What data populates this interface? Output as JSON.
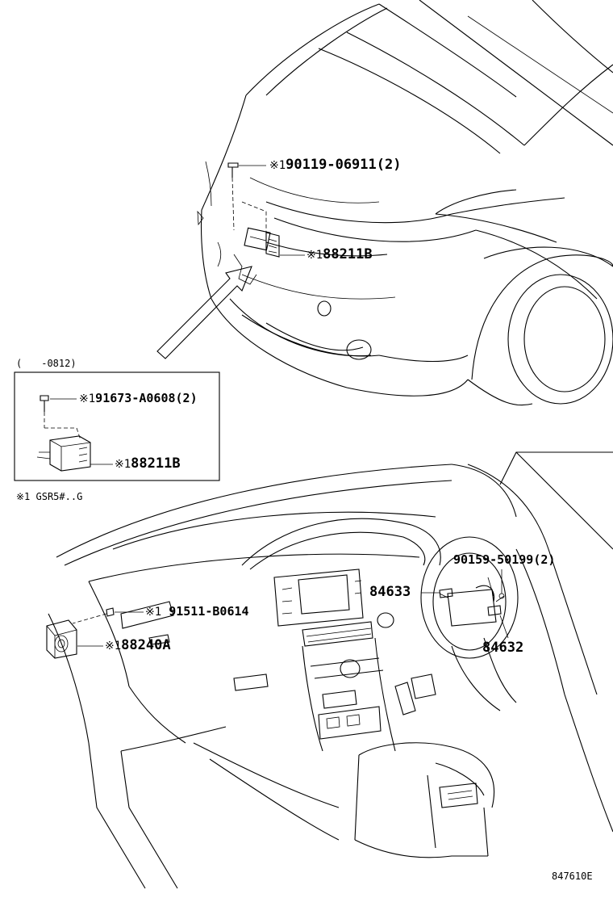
{
  "callouts": {
    "bolt_front": {
      "mark": "※1",
      "text": "90119-06911(2)"
    },
    "sensor_front": {
      "mark": "※1",
      "text": "88211B"
    },
    "inset_range": "(　　-0812)",
    "inset_bolt": {
      "mark": "※1",
      "text": "91673-A0608(2)"
    },
    "inset_sensor": {
      "mark": "※1",
      "text": "88211B"
    },
    "footnote": "※1 GSR5#..G",
    "screw_wheel": "90159-50199(2)",
    "switch_left": "84633",
    "switch_right": "84632",
    "bolt_dash": {
      "mark": "※1",
      "text": "91511-B0614"
    },
    "computer_dash": {
      "mark": "※1",
      "text": "88240A"
    },
    "diagram_id": "847610E"
  }
}
